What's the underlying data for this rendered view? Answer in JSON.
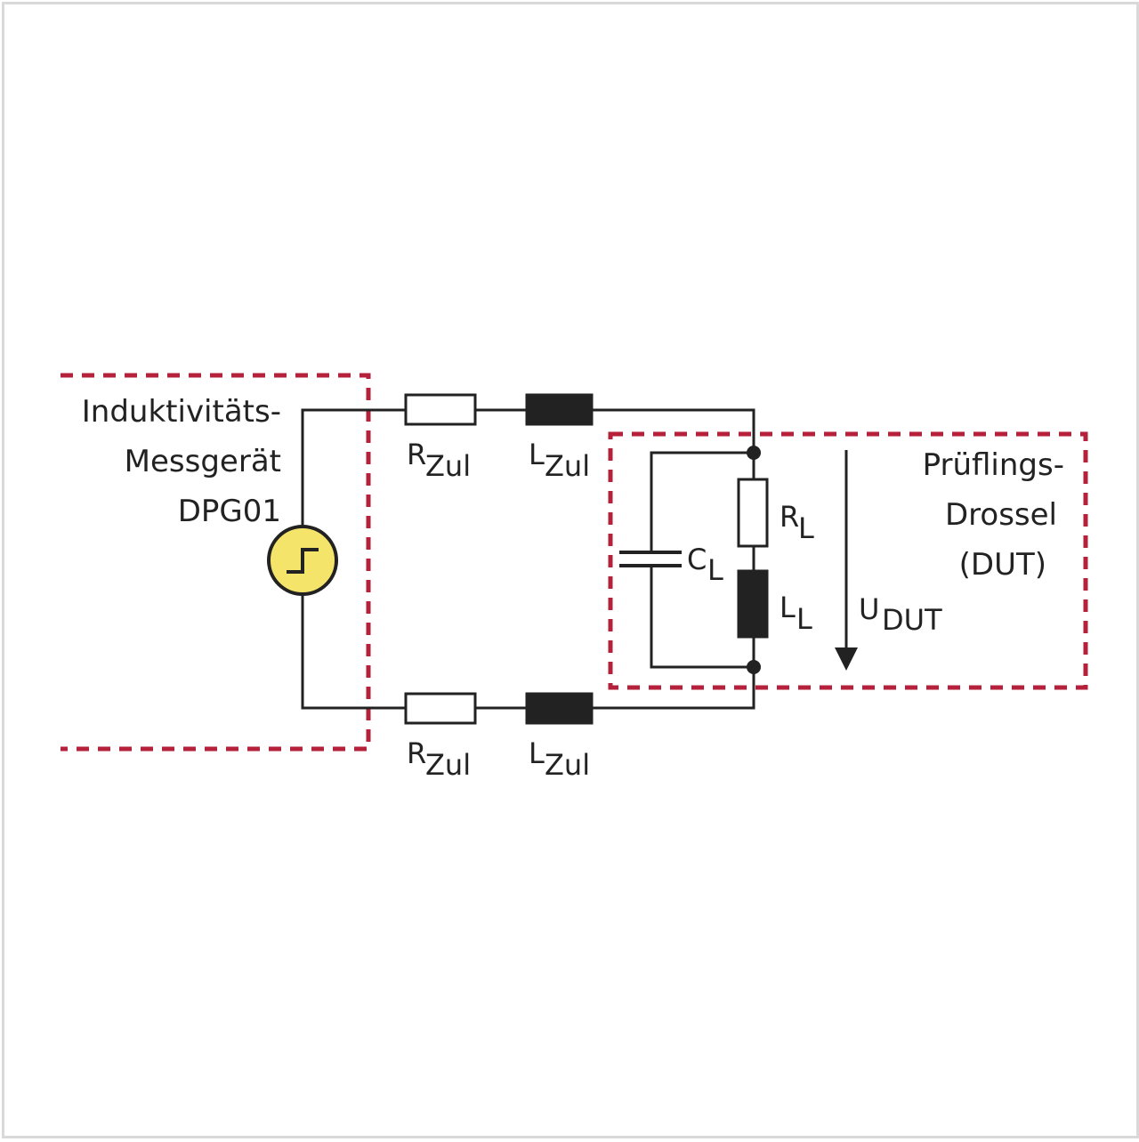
{
  "colors": {
    "wire": "#222222",
    "box_dash": "#b5213a",
    "source_fill": "#f5e46a",
    "frame": "#d9d9d9"
  },
  "meter_box": {
    "line1": "Induktivitäts-",
    "line2": "Messgerät",
    "line3": "DPG01"
  },
  "dut_box": {
    "line1": "Prüflings-",
    "line2": "Drossel",
    "line3": "(DUT)"
  },
  "components": {
    "r_zul_top": {
      "main": "R",
      "sub": "Zul"
    },
    "l_zul_top": {
      "main": "L",
      "sub": "Zul"
    },
    "r_zul_bottom": {
      "main": "R",
      "sub": "Zul"
    },
    "l_zul_bottom": {
      "main": "L",
      "sub": "Zul"
    },
    "r_l": {
      "main": "R",
      "sub": "L"
    },
    "l_l": {
      "main": "L",
      "sub": "L"
    },
    "c_l": {
      "main": "C",
      "sub": "L"
    },
    "u_dut": {
      "main": "U",
      "sub": "DUT"
    }
  },
  "icons": {
    "source": "step-source-icon",
    "voltage_arrow": "arrow-down-icon"
  }
}
